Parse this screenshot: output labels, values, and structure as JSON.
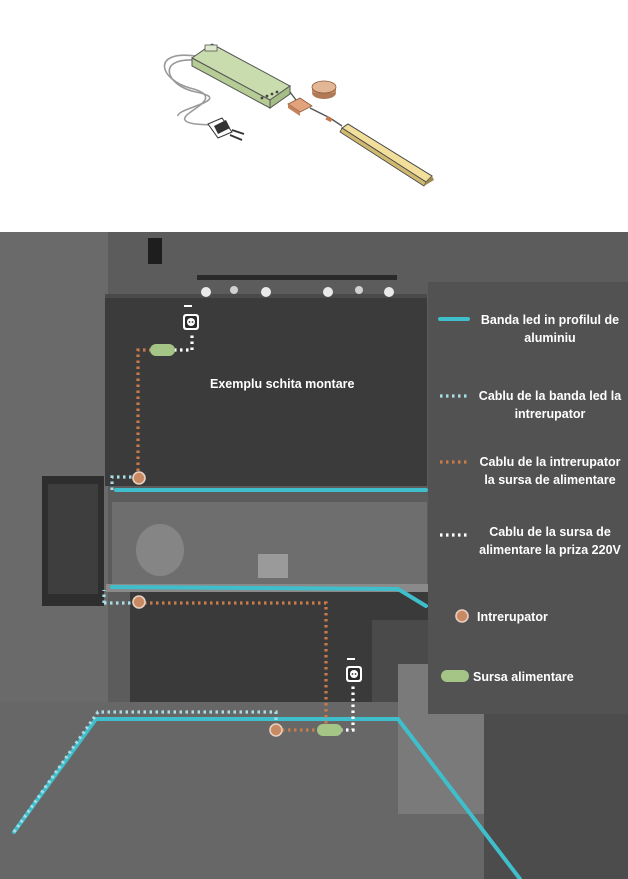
{
  "diagram": {
    "title": "Exemplu schita montare",
    "legend": [
      {
        "key": "led",
        "label": "Banda led in profilul de aluminiu",
        "style": "solid",
        "color": "#3fbfcc"
      },
      {
        "key": "led-switch",
        "label": "Cablu de la banda led la intrerupator",
        "style": "dotted",
        "color": "#a8dde6"
      },
      {
        "key": "switch-psu",
        "label": "Cablu de la intrerupator la sursa de alimentare",
        "style": "dotted",
        "color": "#c87b4a"
      },
      {
        "key": "psu-plug",
        "label": "Cablu de la sursa de alimentare la priza 220V",
        "style": "dotted",
        "color": "#ffffff"
      },
      {
        "key": "switch",
        "label": "Intrerupator",
        "symbol": "circle",
        "color": "#c88a62"
      },
      {
        "key": "psu",
        "label": "Sursa alimentare",
        "symbol": "pill",
        "color": "#a4c586"
      }
    ],
    "icons": [
      "power-supply-icon",
      "plug-icon",
      "switch-icon",
      "led-profile-icon",
      "socket-icon"
    ]
  }
}
